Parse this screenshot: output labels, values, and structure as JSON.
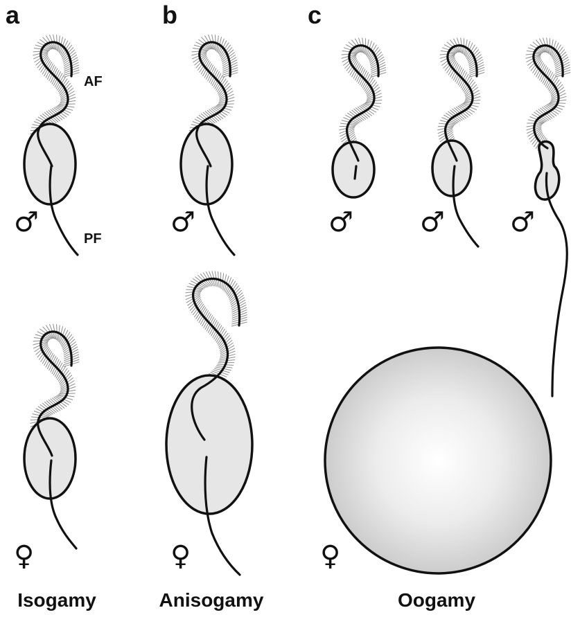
{
  "panels": [
    {
      "letter": "a",
      "caption": "Isogamy"
    },
    {
      "letter": "b",
      "caption": "Anisogamy"
    },
    {
      "letter": "c",
      "caption": "Oogamy"
    }
  ],
  "flagella": {
    "anterior": "AF",
    "posterior": "PF"
  },
  "symbols": {
    "male": "♂",
    "female": "♀"
  },
  "colors": {
    "line": "#111111",
    "cell_fill": "#e6e6e6",
    "hair": "#8c8c8c",
    "egg_center": "#ffffff",
    "egg_edge": "#cccccc"
  }
}
